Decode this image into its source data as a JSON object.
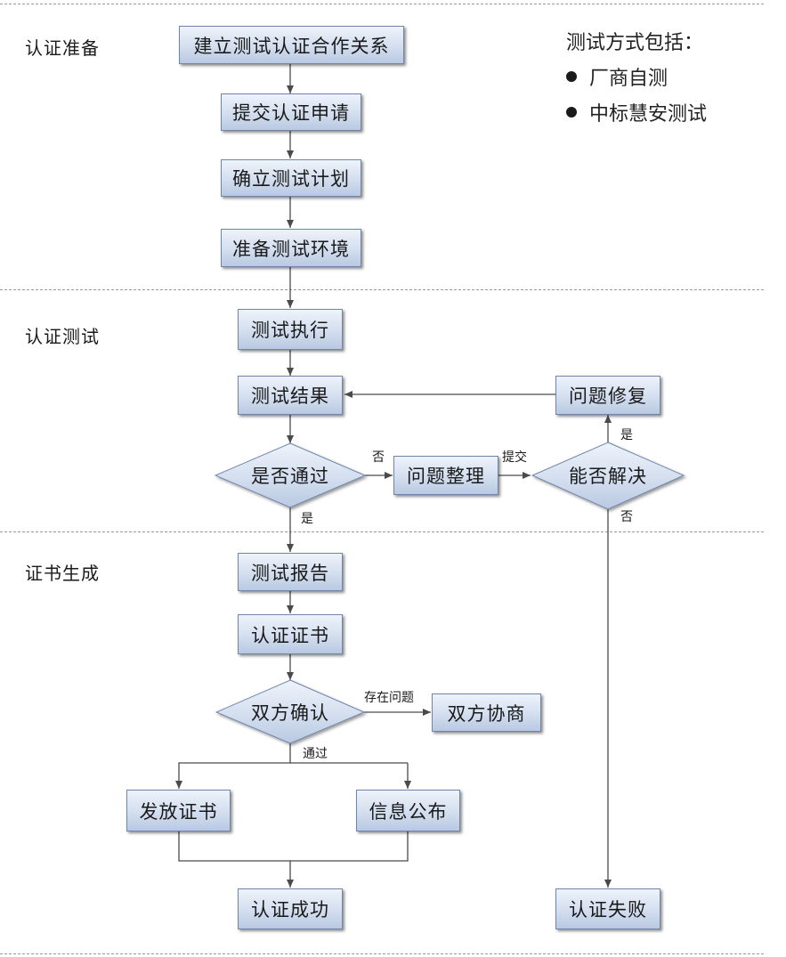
{
  "sections": {
    "prepare": "认证准备",
    "testing": "认证测试",
    "certificate": "证书生成"
  },
  "legend": {
    "title": "测试方式包括：",
    "items": [
      "厂商自测",
      "中标慧安测试"
    ]
  },
  "nodes": {
    "cooperation": "建立测试认证合作关系",
    "submit_application": "提交认证申请",
    "test_plan": "确立测试计划",
    "test_env": "准备测试环境",
    "test_exec": "测试执行",
    "test_result": "测试结果",
    "passed": "是否通过",
    "issue_sort": "问题整理",
    "resolvable": "能否解决",
    "issue_fix": "问题修复",
    "test_report": "测试报告",
    "cert": "认证证书",
    "mutual_confirm": "双方确认",
    "negotiate": "双方协商",
    "issue_cert": "发放证书",
    "publish": "信息公布",
    "success": "认证成功",
    "failure": "认证失败"
  },
  "edge_labels": {
    "no_1": "否",
    "yes_1": "是",
    "submit": "提交",
    "yes_2": "是",
    "no_2": "否",
    "has_issue": "存在问题",
    "pass": "通过"
  },
  "colors": {
    "box_border": "#6f86a8",
    "box_fill_top": "#eef3fa",
    "box_fill_bottom": "#b9c9e1",
    "line": "#4a4a4a",
    "separator": "#9a9a9a"
  }
}
